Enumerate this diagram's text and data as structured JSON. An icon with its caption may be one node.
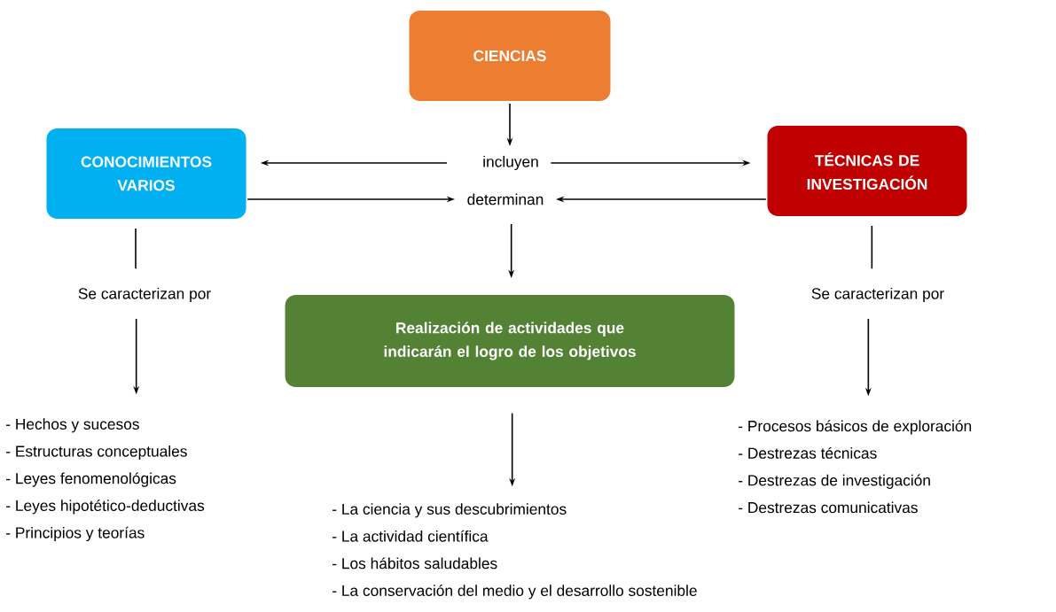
{
  "diagram": {
    "nodes": [
      {
        "text": [
          "CIENCIAS"
        ]
      },
      {
        "text": [
          "CONOCIMIENTOS VARIOS"
        ]
      },
      {
        "text": [
          "incluyen"
        ]
      },
      {
        "text": [
          "TÉCNICAS DE INVESTIGACIÓN"
        ]
      },
      {
        "text": [
          "determinan"
        ]
      },
      {
        "text": [
          "Se caracterizan por"
        ]
      },
      {
        "text": [
          "Se caracterizan por"
        ]
      },
      {
        "text": [
          "Realización de actividades que indicarán el logro de los objetivos"
        ]
      },
      {
        "text": [
          "- Hechos y sucesos",
          "- Estructuras conceptuales",
          "- Leyes fenomenológicas",
          "- Leyes hipotético-deductivas",
          "- Principios y teorías"
        ]
      },
      {
        "text": [
          "- Procesos básicos de exploración",
          "- Destrezas técnicas",
          "- Destrezas de investigación",
          "- Destrezas comunicativas"
        ]
      },
      {
        "text": [
          "- La ciencia y sus descubrimientos",
          "- La actividad científica",
          "- Los hábitos saludables",
          "- La conservación del medio y el desarrollo sostenible"
        ]
      }
    ],
    "edges": [
      {
        "from": 0,
        "to": 2,
        "arrow": "to"
      },
      {
        "from": 2,
        "to": 1,
        "arrow": "to"
      },
      {
        "from": 2,
        "to": 3,
        "arrow": "to"
      },
      {
        "from": 1,
        "to": 4,
        "arrow": "to"
      },
      {
        "from": 3,
        "to": 4,
        "arrow": "to"
      },
      {
        "from": 4,
        "to": 7,
        "arrow": "to"
      },
      {
        "from": 1,
        "to": 5,
        "arrow": "none"
      },
      {
        "from": 5,
        "to": 8,
        "arrow": "to"
      },
      {
        "from": 3,
        "to": 6,
        "arrow": "none"
      },
      {
        "from": 6,
        "to": 9,
        "arrow": "to"
      },
      {
        "from": 7,
        "to": 10,
        "arrow": "to"
      }
    ]
  }
}
